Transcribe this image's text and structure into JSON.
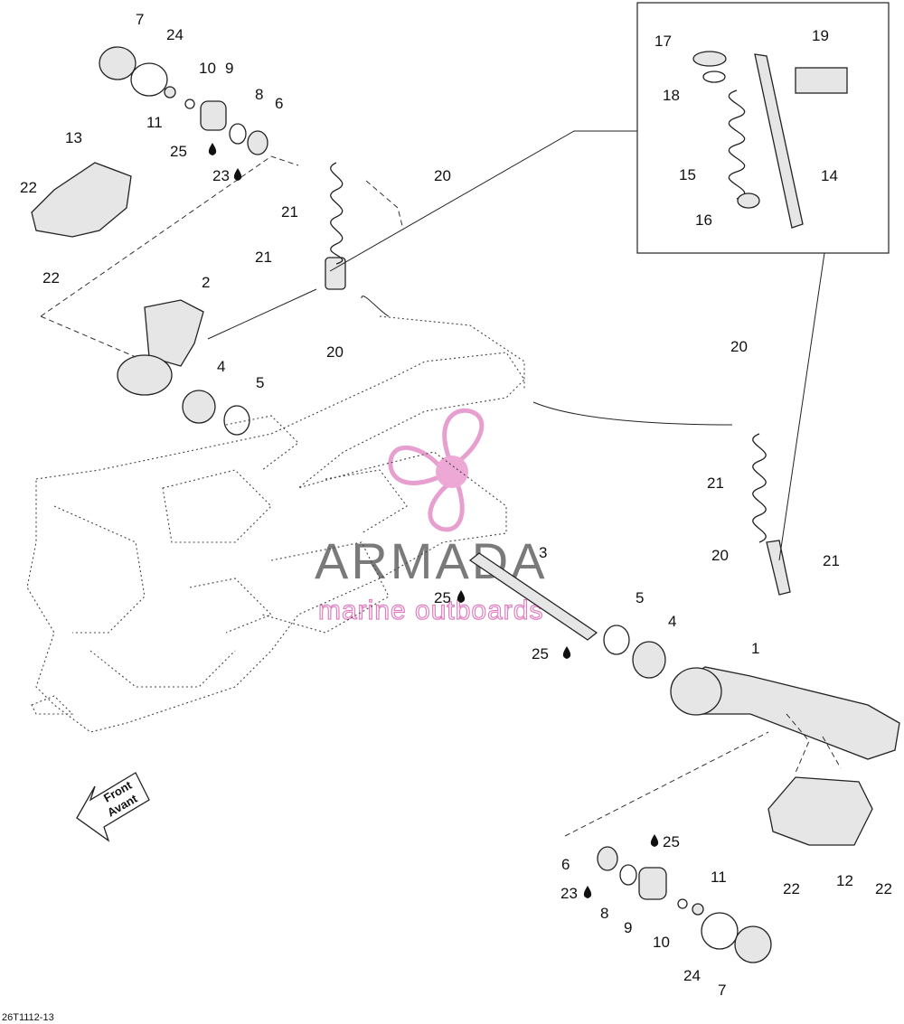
{
  "diagram": {
    "reference_code": "26T1112-13",
    "watermark": {
      "brand": "ARMADA",
      "tagline": "marine outboards"
    },
    "front_arrow": {
      "line1": "Front",
      "line2": "Avant"
    },
    "callouts": {
      "c7a": "7",
      "c24a": "24",
      "c10a": "10",
      "c9a": "9",
      "c11a": "11",
      "c8a": "8",
      "c6a": "6",
      "c25a": "25",
      "c23a": "23",
      "c13": "13",
      "c22a": "22",
      "c22b": "22",
      "c17": "17",
      "c19": "19",
      "c18": "18",
      "c15": "15",
      "c14": "14",
      "c16": "16",
      "c20a": "20",
      "c21a": "21",
      "c21b": "21",
      "c20b": "20",
      "c2": "2",
      "c4a": "4",
      "c5a": "5",
      "c20c": "20",
      "c21c": "21",
      "c20d": "20",
      "c21d": "21",
      "c3": "3",
      "c25b": "25",
      "c25c": "25",
      "c5b": "5",
      "c4b": "4",
      "c1": "1",
      "c6b": "6",
      "c25d": "25",
      "c23b": "23",
      "c8b": "8",
      "c9b": "9",
      "c11b": "11",
      "c10b": "10",
      "c24b": "24",
      "c7b": "7",
      "c12": "12",
      "c22c": "22",
      "c22d": "22"
    }
  }
}
